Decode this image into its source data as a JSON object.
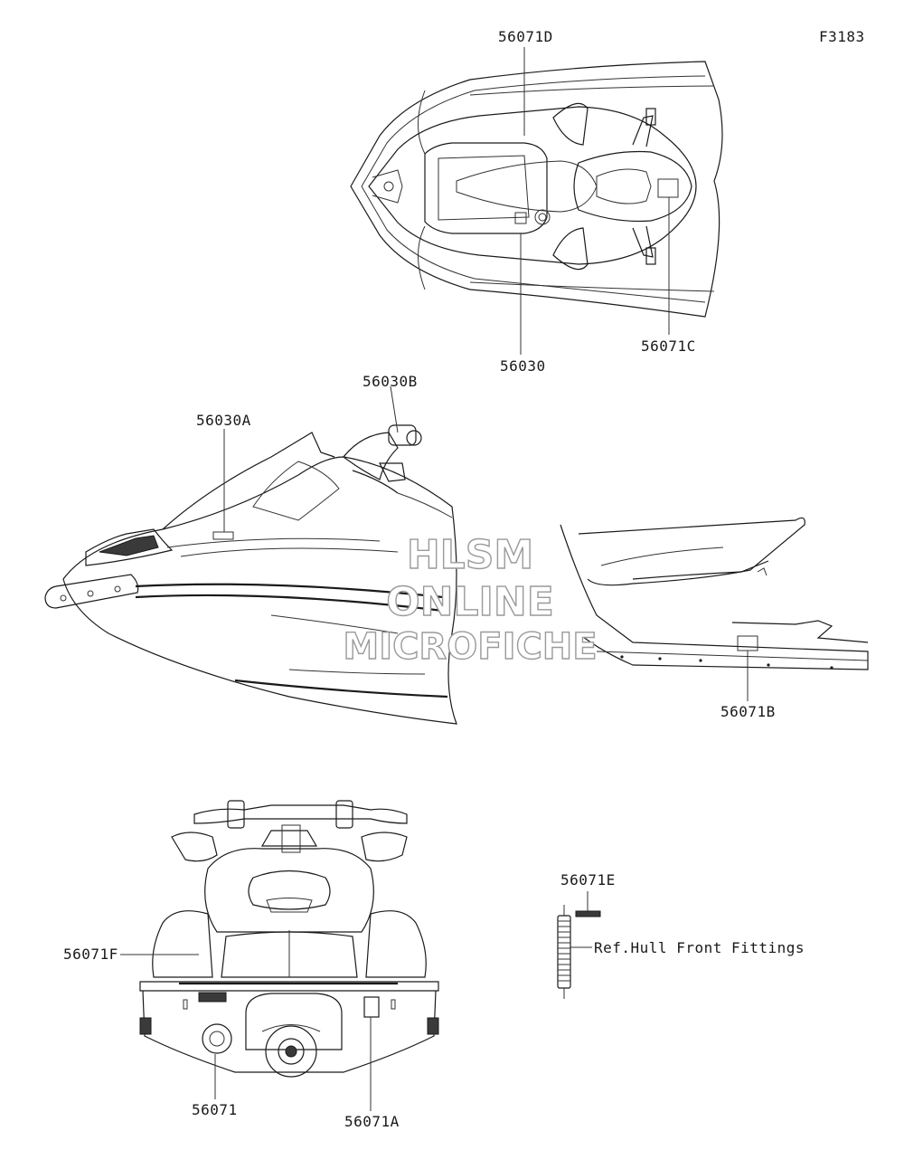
{
  "figure_code": "F3183",
  "watermark": {
    "line1": "HLSM",
    "line2": "ONLINE",
    "line3": "MICROFICHE"
  },
  "parts": {
    "p56071D": "56071D",
    "p56030": "56030",
    "p56071C": "56071C",
    "p56030B": "56030B",
    "p56030A": "56030A",
    "p56071B": "56071B",
    "p56071E": "56071E",
    "p56071F": "56071F",
    "p56071": "56071",
    "p56071A": "56071A"
  },
  "reference_note": "Ref.Hull Front Fittings"
}
